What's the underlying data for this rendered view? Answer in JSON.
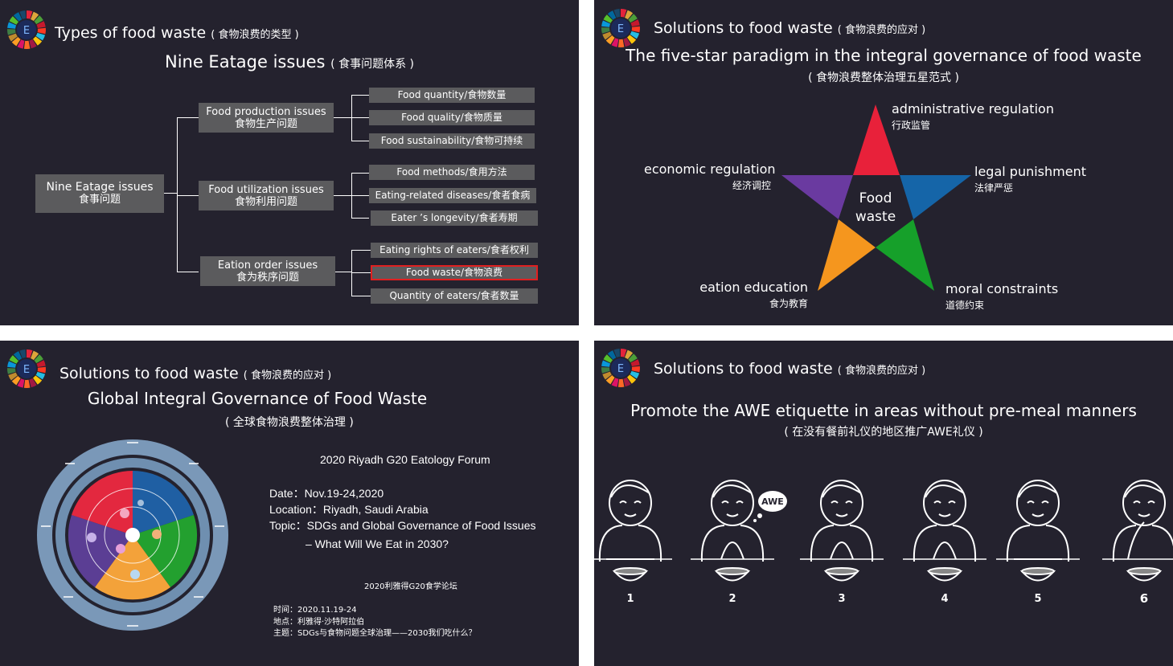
{
  "panel1": {
    "header": "Types of food waste",
    "header_cn": "( 食物浪费的类型 )",
    "title": "Nine Eatage issues",
    "title_cn": "( 食事问题体系 )",
    "root": {
      "label": "Nine Eatage issues",
      "cn": "食事问题"
    },
    "groups": [
      {
        "label": "Food production issues",
        "cn": "食物生产问题",
        "items": [
          "Food  quantity/食物数量",
          "Food  quality/食物质量",
          "Food  sustainability/食物可持续"
        ]
      },
      {
        "label": "Food utilization issues",
        "cn": "食物利用问题",
        "items": [
          "Food  methods/食用方法",
          "Eating-related diseases/食者食病",
          "Eater  ’s longevity/食者寿期"
        ]
      },
      {
        "label": "Eation order issues",
        "cn": "食为秩序问题",
        "items": [
          "Eating rights of eaters/食者权利",
          "Food  waste/食物浪费",
          "Quantity of eaters/食者数量"
        ]
      }
    ]
  },
  "panel2": {
    "header": "Solutions to food waste",
    "header_cn": "( 食物浪费的应对 )",
    "title": "The five-star paradigm in the integral governance of food waste",
    "subtitle": "( 食物浪费整体治理五星范式 )",
    "center_line1": "Food",
    "center_line2": "waste",
    "points": [
      {
        "en": "administrative regulation",
        "cn": "行政监管"
      },
      {
        "en": "economic regulation",
        "cn": "经济调控"
      },
      {
        "en": "legal punishment",
        "cn": "法律严惩"
      },
      {
        "en": "eation education",
        "cn": "食为教育"
      },
      {
        "en": "moral constraints",
        "cn": "道德约束"
      }
    ],
    "colors": {
      "red": "#e8213a",
      "purple": "#6a3aa0",
      "blue": "#1565a8",
      "orange": "#f5961e",
      "green": "#16a02a"
    }
  },
  "panel3": {
    "header": "Solutions to food waste",
    "header_cn": "( 食物浪费的应对 )",
    "title": "Global Integral Governance of Food Waste",
    "subtitle": "( 全球食物浪费整体治理 )",
    "forum": "2020 Riyadh G20 Eatology Forum",
    "date": "Date：Nov.19-24,2020",
    "location": "Location：Riyadh, Saudi Arabia",
    "topic": "Topic：SDGs and Global Governance of Food Issues",
    "topic2": "– What Will We Eat in 2030?",
    "forum_cn": "2020利雅得G20食学论坛",
    "date_cn": "时间：2020.11.19-24",
    "location_cn": "地点：利雅得·沙特阿拉伯",
    "topic_cn": "主题：SDGs与食物问题全球治理——2030我们吃什么？"
  },
  "panel4": {
    "header": "Solutions to food waste",
    "header_cn": "( 食物浪费的应对 )",
    "title": "Promote the AWE etiquette in areas without pre-meal manners",
    "subtitle": "( 在没有餐前礼仪的地区推广AWE礼仪 )",
    "bubble": "AWE",
    "steps": [
      "1",
      "2",
      "3",
      "4",
      "5",
      "6"
    ]
  }
}
